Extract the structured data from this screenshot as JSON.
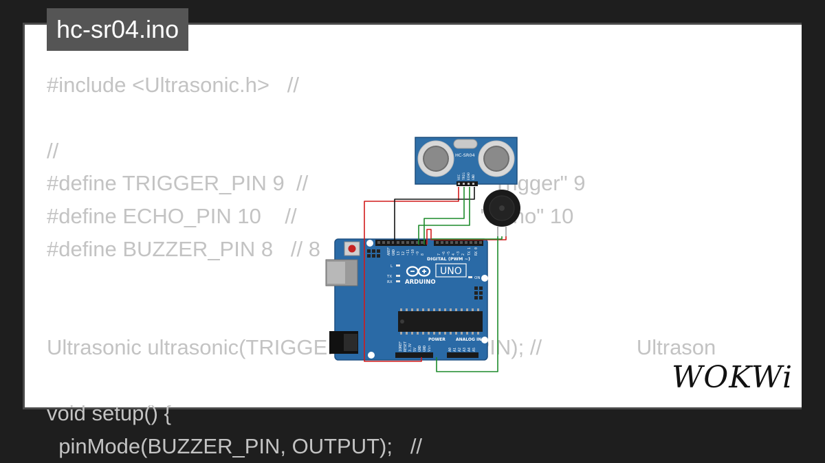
{
  "file_title": "hc-sr04.ino",
  "code_lines": [
    "#include <Ultrasonic.h>   //",
    "",
    "//",
    "#define TRIGGER_PIN 9  //                              \"Trigger\" 9",
    "#define ECHO_PIN 10    //                               \"Echo\" 10",
    "#define BUZZER_PIN 8   // 8",
    "",
    "",
    "Ultrasonic ultrasonic(TRIGGER_PIN, ECHO_PIN); //                Ultrason",
    "",
    "void setup() {",
    "  pinMode(BUZZER_PIN, OUTPUT);   //"
  ],
  "sensor": {
    "label": "HC-SR04",
    "pins": [
      "VCC",
      "TRIG",
      "ECHO",
      "GND"
    ]
  },
  "board": {
    "brand": "ARDUINO",
    "model": "UNO",
    "digital_header": "DIGITAL (PWM ~)",
    "power_header": "POWER",
    "analog_header": "ANALOG IN",
    "on_label": "ON",
    "led_labels": [
      "L",
      "TX",
      "RX"
    ],
    "top_pins": [
      "AREF",
      "GND",
      "13",
      "12",
      "~11",
      "~10",
      "~9",
      "8",
      "7",
      "~6",
      "~5",
      "4",
      "~3",
      "2",
      "TX 1",
      "RX 0"
    ],
    "power_pins": [
      "IOREF",
      "RESET",
      "3.3V",
      "5V",
      "GND",
      "GND",
      "Vin"
    ],
    "analog_pins": [
      "A0",
      "A1",
      "A2",
      "A3",
      "A4",
      "A5"
    ]
  },
  "logo": "WOKWi",
  "colors": {
    "background": "#1e1e1e",
    "card": "#ffffff",
    "code_text": "#c3c3c3",
    "board": "#2a6aa6",
    "sensor": "#2f6fa8",
    "wire_red": "#d11a1a",
    "wire_black": "#111111",
    "wire_green": "#1c8a2a"
  }
}
